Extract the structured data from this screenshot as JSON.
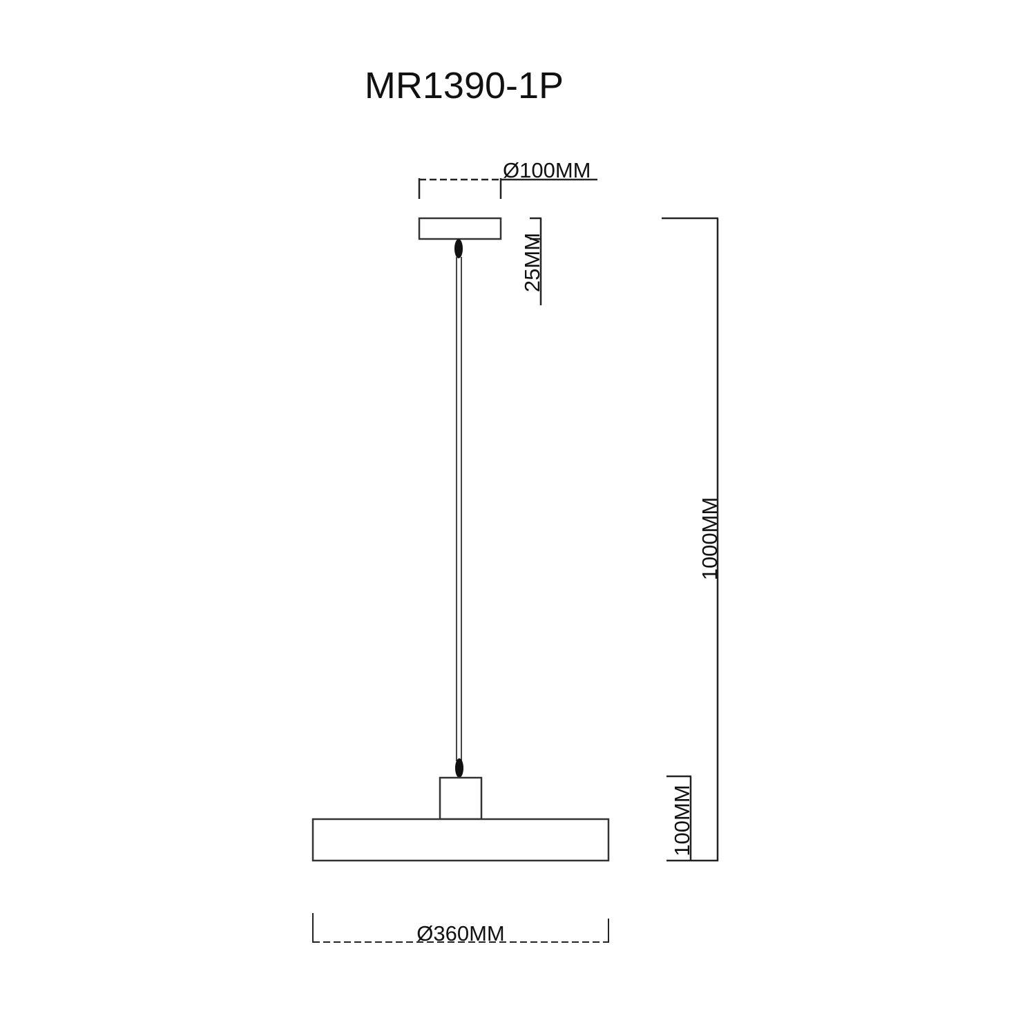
{
  "title": "MR1390-1P",
  "dimensions": {
    "canopy_diameter": "Ø100MM",
    "canopy_height": "25MM",
    "total_height": "1000MM",
    "shade_height": "100MM",
    "shade_diameter": "Ø360MM"
  },
  "colors": {
    "line": "#222222",
    "background": "#ffffff"
  }
}
